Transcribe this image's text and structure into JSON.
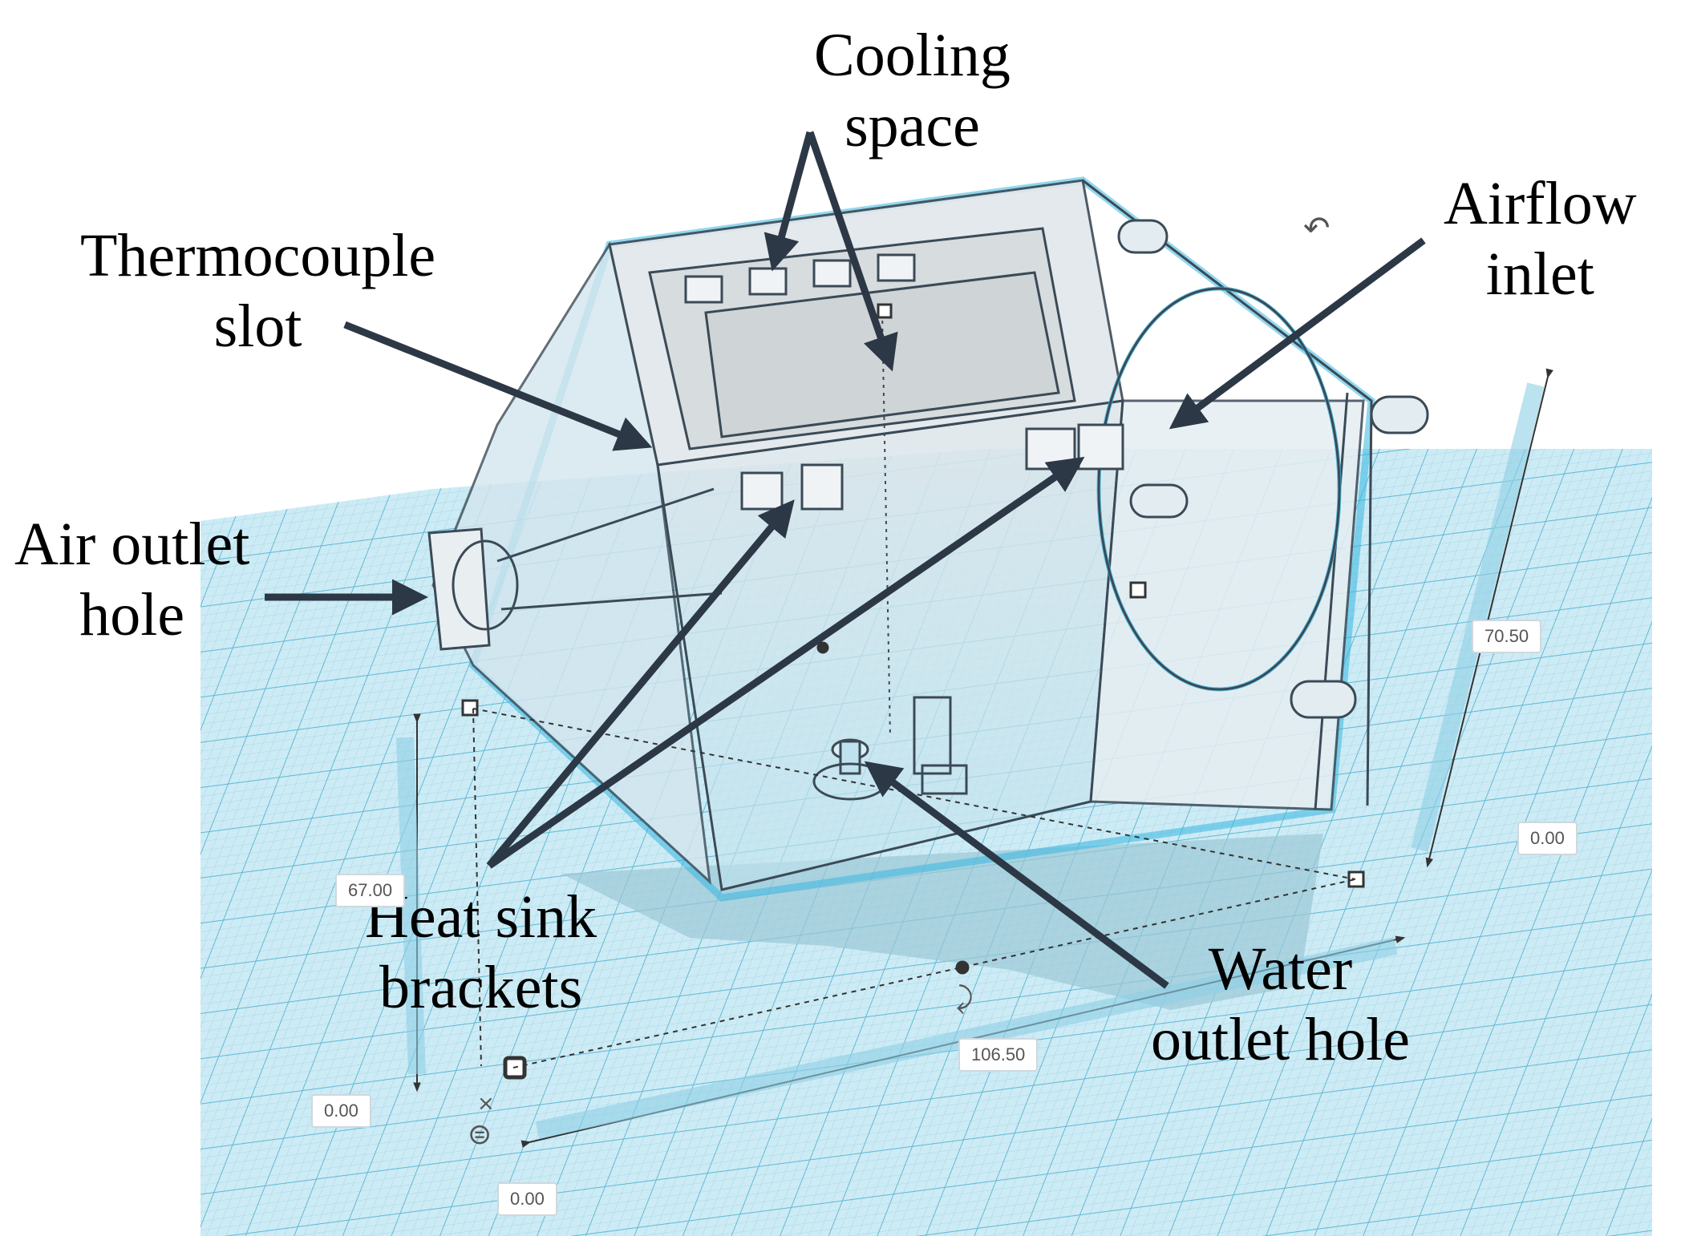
{
  "callouts": {
    "cooling_space": [
      "Cooling",
      "space"
    ],
    "thermocouple_slot": [
      "Thermocouple",
      "slot"
    ],
    "airflow_inlet": [
      "Airflow",
      "inlet"
    ],
    "air_outlet_hole": [
      "Air outlet",
      "hole"
    ],
    "heat_sink_brackets": [
      "Heat sink",
      "brackets"
    ],
    "water_outlet_hole": [
      "Water",
      "outlet hole"
    ]
  },
  "dimensions": {
    "height": "70.50",
    "elevation": "0.00",
    "depth": "67.00",
    "width": "106.50",
    "origin_left": "0.00",
    "origin_bottom": "0.00"
  },
  "icons": {
    "rotate": "rotate-icon",
    "close": "close-icon",
    "align": "align-icon",
    "turn": "turn-arrow-icon"
  },
  "colors": {
    "grid": "#c8e9f3",
    "grid_line": "#7fc6dd",
    "edge_glow": "#37b6e0",
    "model_line": "#3b4a56",
    "arrow": "#2c3846",
    "shadow": "#a9cfdb"
  }
}
